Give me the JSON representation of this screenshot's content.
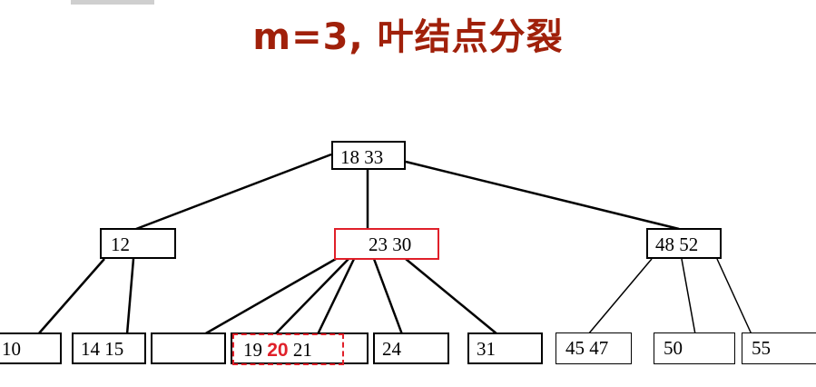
{
  "title": "m=3, 叶结点分裂",
  "colors": {
    "title": "#a0200a",
    "highlight": "#e0202a",
    "edge": "#000000"
  },
  "tree": {
    "root": "18 33",
    "level1": {
      "left": "12",
      "middle": "23 30",
      "right": "48 52"
    },
    "leaves": {
      "l1": "10",
      "l2": "14 15",
      "l3": "",
      "l4_before": "19 ",
      "l4_highlight": "20",
      "l4_after": " 21",
      "l5": "24",
      "l6": "31",
      "l7": "45 47",
      "l8": "50",
      "l9": "55"
    }
  }
}
